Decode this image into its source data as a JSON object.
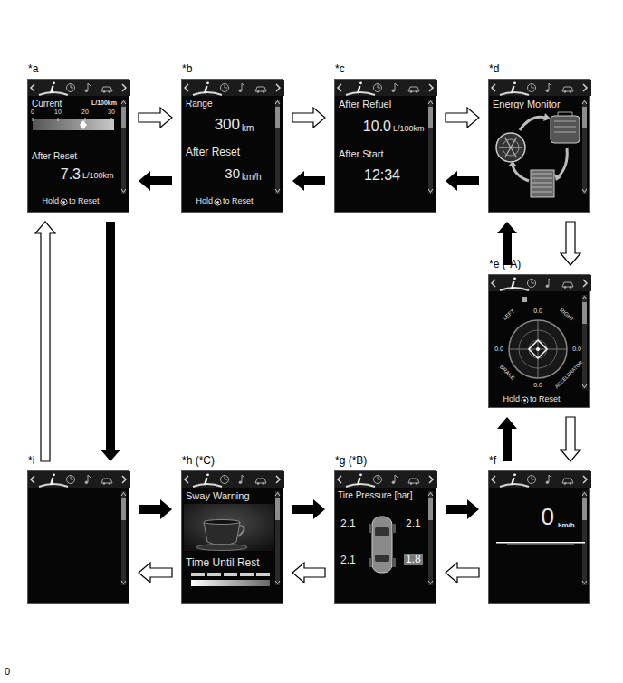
{
  "diagram": {
    "nodes": [
      {
        "text": [
          "*a",
          "Current",
          "L/100km",
          "0",
          "10",
          "20",
          "30",
          "After Reset",
          "7.3",
          "L/100km",
          "Hold",
          "to Reset"
        ]
      },
      {
        "text": [
          "*b",
          "Range",
          "300",
          "km",
          "After Reset",
          "30",
          "km/h",
          "Hold",
          "to Reset"
        ]
      },
      {
        "text": [
          "*c",
          "After Refuel",
          "10.0",
          "L/100km",
          "After Start",
          "12:34"
        ]
      },
      {
        "text": [
          "*d",
          "Energy Monitor"
        ]
      },
      {
        "text": [
          "*e (*A)",
          "LEFT",
          "0.0",
          "RIGHT",
          "0.0",
          "0.0",
          "BRAKE",
          "0.0",
          "ACCELERATOR",
          "Hold",
          "to Reset"
        ]
      },
      {
        "text": [
          "*f",
          "0",
          "km/h"
        ]
      },
      {
        "text": [
          "*g (*B)",
          "Tire Pressure [bar]",
          "2.1",
          "2.1",
          "2.1",
          "1.8"
        ]
      },
      {
        "text": [
          "*h (*C)",
          "Sway Warning",
          "Time Until Rest"
        ]
      },
      {
        "text": [
          "*i"
        ]
      }
    ],
    "edges": [
      {
        "from": 0,
        "to": 1,
        "arrow": "to"
      },
      {
        "from": 1,
        "to": 0,
        "arrow": "to"
      },
      {
        "from": 1,
        "to": 2,
        "arrow": "to"
      },
      {
        "from": 2,
        "to": 1,
        "arrow": "to"
      },
      {
        "from": 2,
        "to": 3,
        "arrow": "to"
      },
      {
        "from": 3,
        "to": 2,
        "arrow": "to"
      },
      {
        "from": 3,
        "to": 4,
        "arrow": "to"
      },
      {
        "from": 4,
        "to": 3,
        "arrow": "to"
      },
      {
        "from": 4,
        "to": 5,
        "arrow": "to"
      },
      {
        "from": 5,
        "to": 4,
        "arrow": "to"
      },
      {
        "from": 5,
        "to": 6,
        "arrow": "to"
      },
      {
        "from": 6,
        "to": 5,
        "arrow": "to"
      },
      {
        "from": 6,
        "to": 7,
        "arrow": "to"
      },
      {
        "from": 7,
        "to": 6,
        "arrow": "to"
      },
      {
        "from": 7,
        "to": 8,
        "arrow": "to"
      },
      {
        "from": 8,
        "to": 7,
        "arrow": "to"
      },
      {
        "from": 0,
        "to": 8,
        "arrow": "to"
      },
      {
        "from": 8,
        "to": 0,
        "arrow": "to"
      }
    ],
    "labels": [
      "0"
    ]
  }
}
